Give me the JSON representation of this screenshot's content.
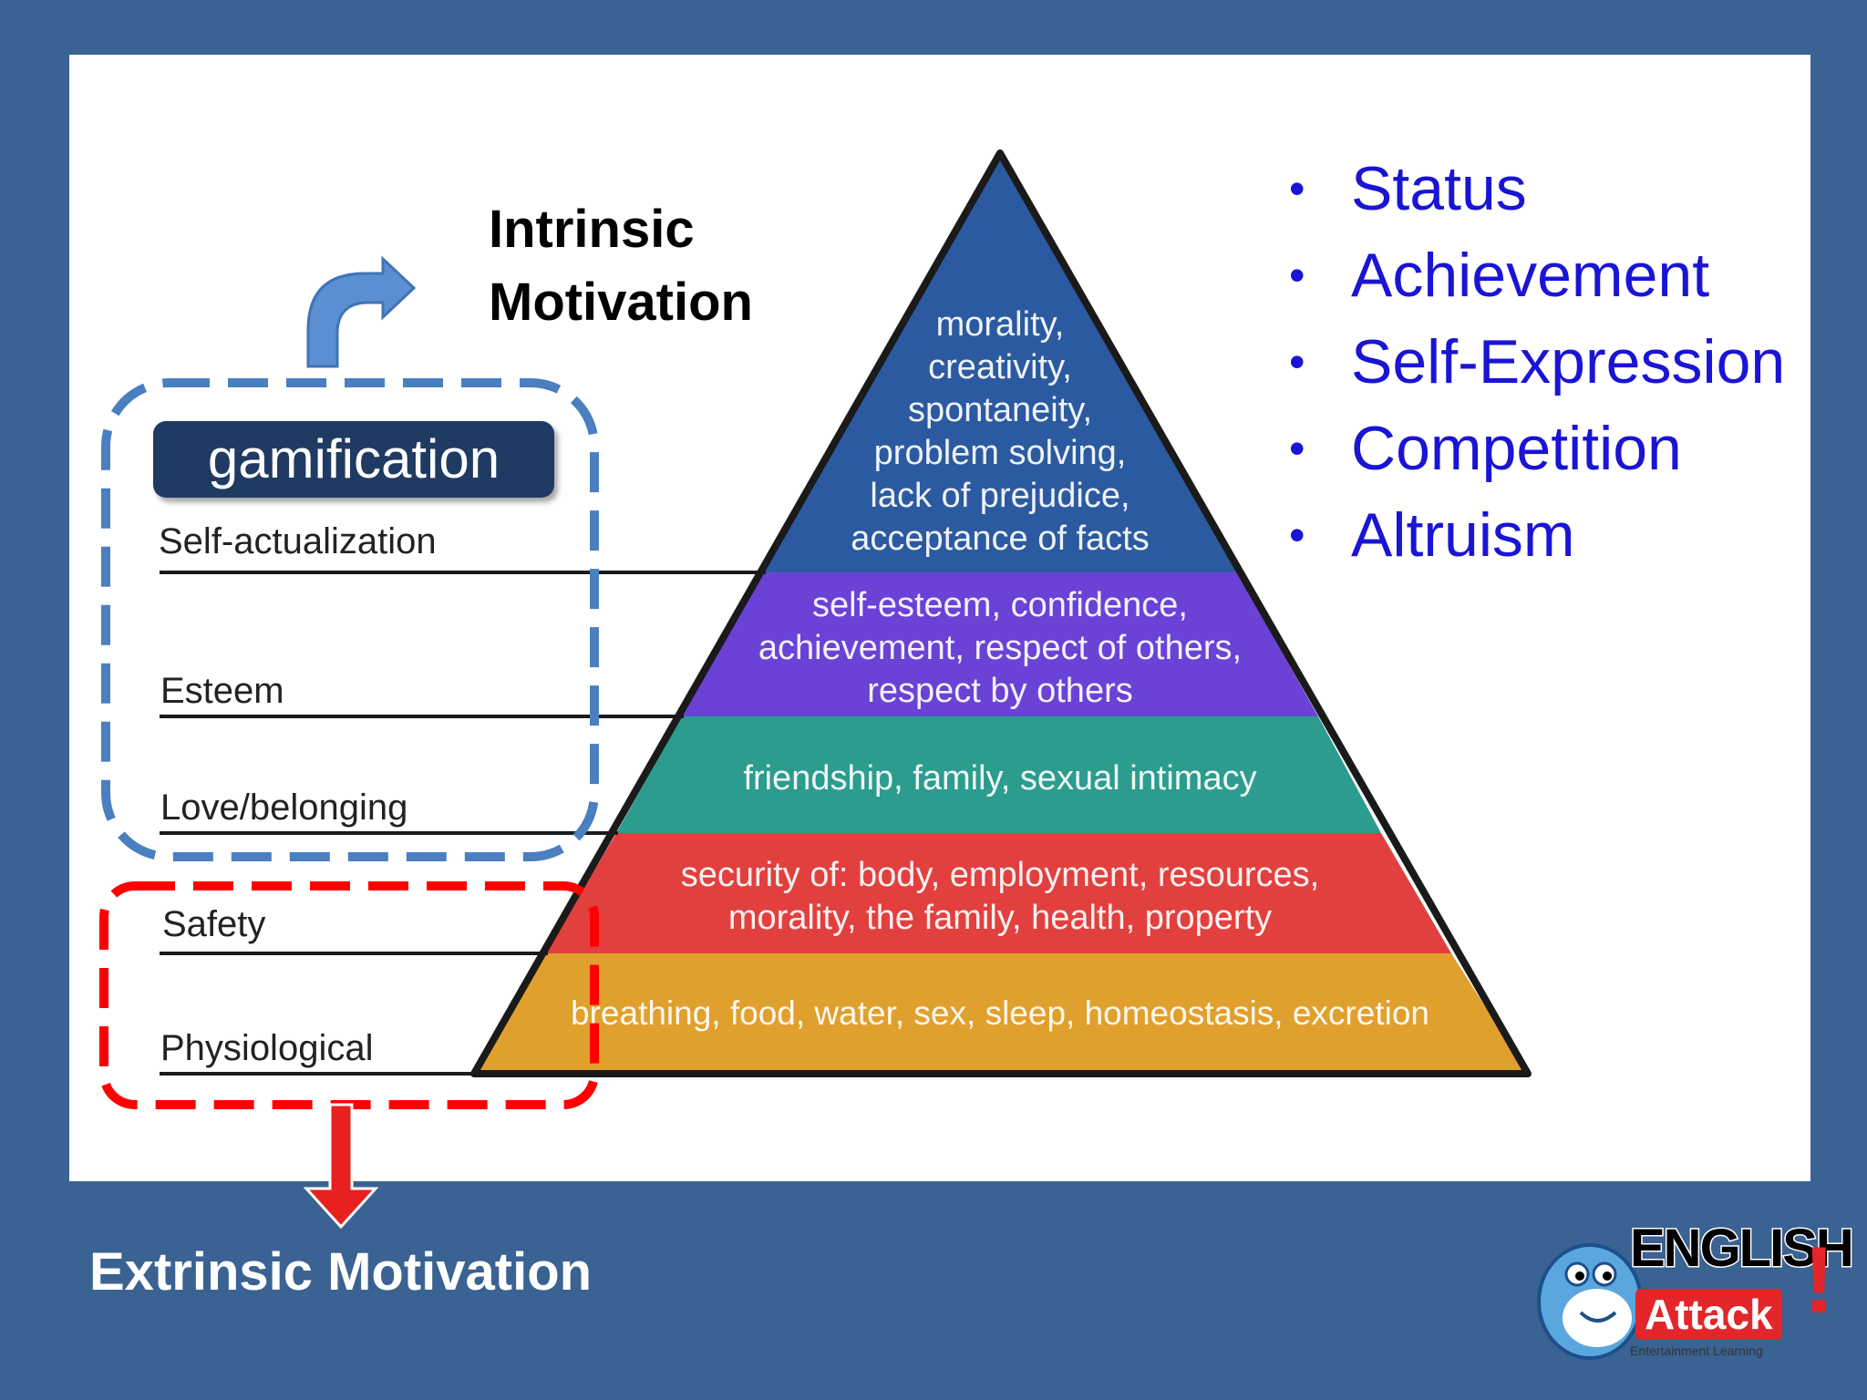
{
  "intrinsic_title": [
    "Intrinsic",
    "Motivation"
  ],
  "extrinsic_title": "Extrinsic Motivation",
  "gamification_label": "gamification",
  "needs_list": [
    "Status",
    "Achievement",
    "Self-Expression",
    "Competition",
    "Altruism"
  ],
  "bullet_symbol": "•",
  "pyramid_levels": [
    {
      "name": "Self-actualization",
      "color": "#2c5aa0",
      "text": [
        "morality,",
        "creativity,",
        "spontaneity,",
        "problem solving,",
        "lack of prejudice,",
        "acceptance of facts"
      ]
    },
    {
      "name": "Esteem",
      "color": "#6a42d6",
      "text": [
        "self-esteem, confidence,",
        "achievement, respect of others,",
        "respect by others"
      ]
    },
    {
      "name": "Love/belonging",
      "color": "#2c9c8f",
      "text": [
        "friendship, family, sexual intimacy"
      ]
    },
    {
      "name": "Safety",
      "color": "#e2403f",
      "text": [
        "security of: body, employment, resources,",
        "morality, the family, health, property"
      ]
    },
    {
      "name": "Physiological",
      "color": "#e0a02e",
      "text": [
        "breathing, food, water, sex, sleep, homeostasis, excretion"
      ]
    }
  ],
  "colors": {
    "background": "#3a6292",
    "panel": "#ffffff",
    "intrinsic_box": "#4a7fc0",
    "extrinsic_box": "#ff0000",
    "list_text": "#1a14d4",
    "badge": "#1f3b63"
  },
  "logo": {
    "word1": "ENGLISH",
    "word2": "Attack",
    "bang": "!",
    "tagline": "Entertainment Learning"
  },
  "icons": [
    "curved-arrow-icon",
    "down-arrow-icon",
    "mascot-icon"
  ]
}
